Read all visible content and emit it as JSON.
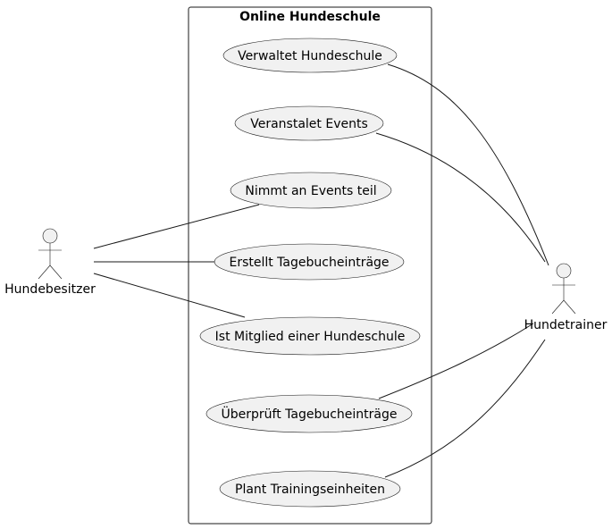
{
  "system": {
    "title": "Online Hundeschule"
  },
  "actors": {
    "owner": {
      "name": "Hundebesitzer"
    },
    "trainer": {
      "name": "Hundetrainer"
    }
  },
  "use_cases": [
    {
      "id": "uc1",
      "label": "Verwaltet Hundeschule"
    },
    {
      "id": "uc2",
      "label": "Veranstalet Events"
    },
    {
      "id": "uc3",
      "label": "Nimmt an Events teil"
    },
    {
      "id": "uc4",
      "label": "Erstellt Tagebucheinträge"
    },
    {
      "id": "uc5",
      "label": "Ist Mitglied einer Hundeschule"
    },
    {
      "id": "uc6",
      "label": "Überprüft Tagebucheinträge"
    },
    {
      "id": "uc7",
      "label": "Plant Trainingseinheiten"
    }
  ],
  "associations": [
    {
      "actor": "owner",
      "use_case": "uc3"
    },
    {
      "actor": "owner",
      "use_case": "uc4"
    },
    {
      "actor": "owner",
      "use_case": "uc5"
    },
    {
      "actor": "trainer",
      "use_case": "uc1"
    },
    {
      "actor": "trainer",
      "use_case": "uc2"
    },
    {
      "actor": "trainer",
      "use_case": "uc6"
    },
    {
      "actor": "trainer",
      "use_case": "uc7"
    }
  ],
  "colors": {
    "shape_fill": "#F1F1F1",
    "stroke": "#181818",
    "background": "#FFFFFF"
  }
}
